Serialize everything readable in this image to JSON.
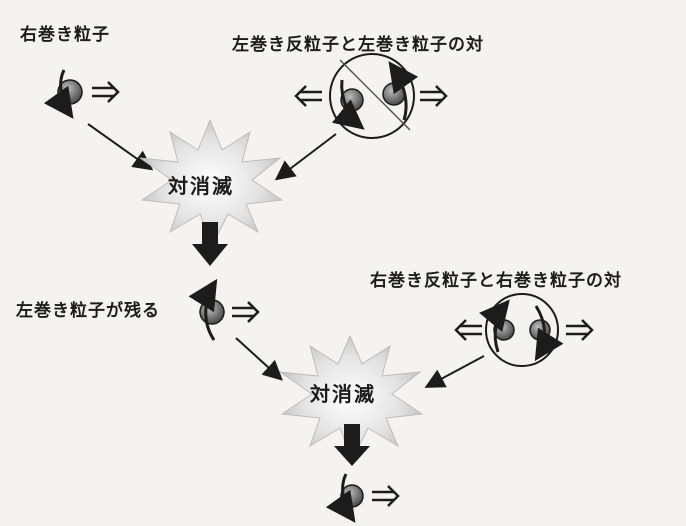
{
  "labels": {
    "top_left": "右巻き粒子",
    "top_right": "左巻き反粒子と左巻き粒子の対",
    "annihilation_1": "対消滅",
    "middle_left": "左巻き粒子が残る",
    "mid_right": "右巻き反粒子と右巻き粒子の対",
    "annihilation_2": "対消滅"
  },
  "colors": {
    "ink": "#1c1c1c",
    "paper": "#f4f3f1",
    "burst_fill": "#d9d9d9",
    "particle_fill": "#7a7a7a"
  }
}
